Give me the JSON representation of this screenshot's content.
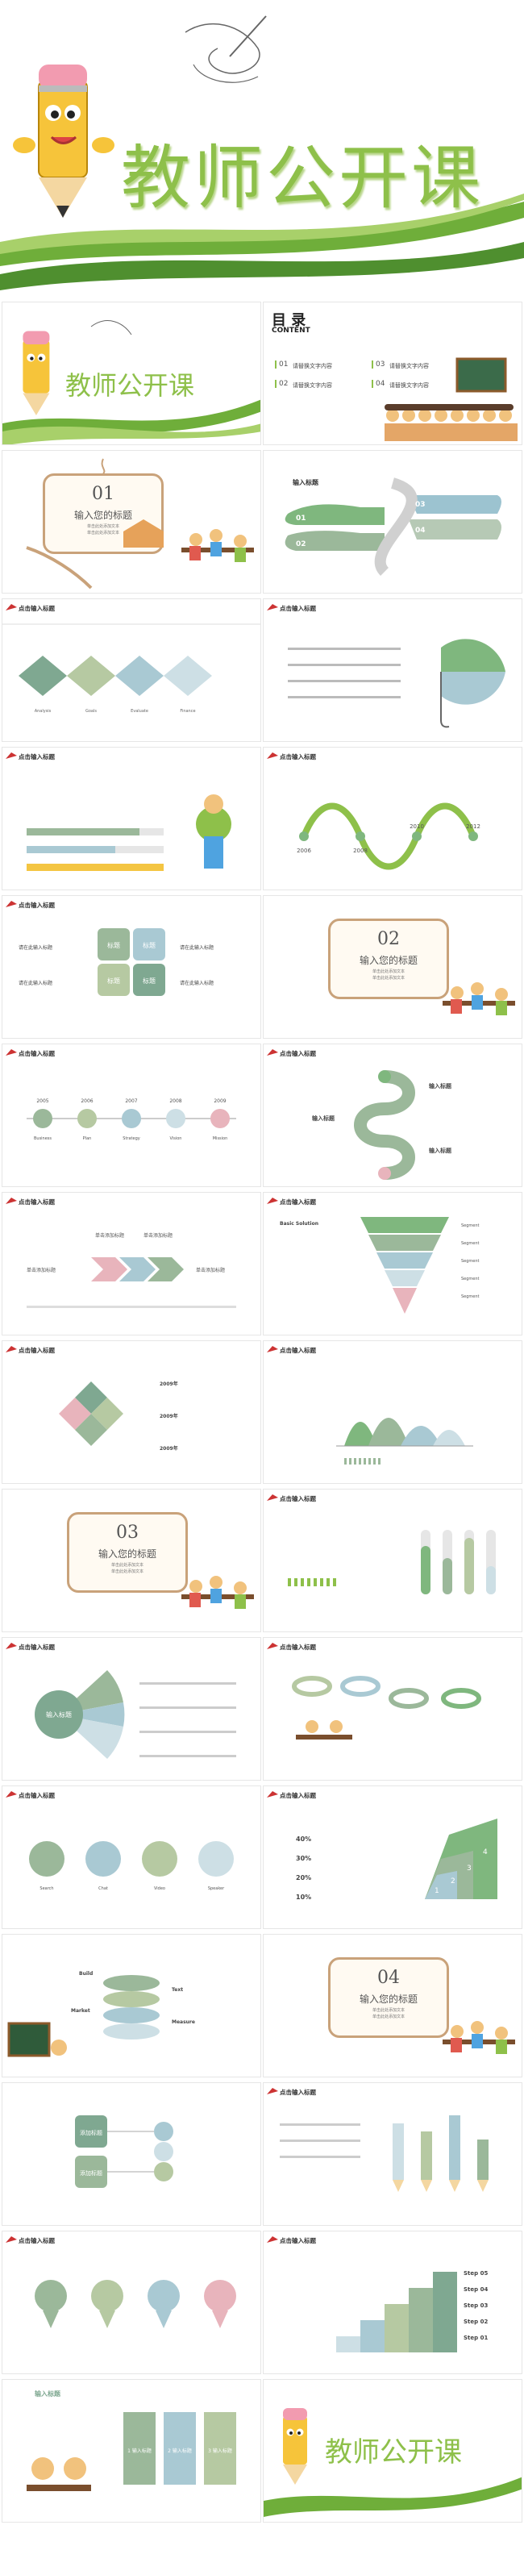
{
  "cover": {
    "title": "教师公开课"
  },
  "slides": {
    "s1": {
      "title": "教师公开课"
    },
    "s2": {
      "title": "目 录",
      "subtitle": "CONTENT",
      "items": [
        {
          "num": "01",
          "text": "请替换文字内容"
        },
        {
          "num": "02",
          "text": "请替换文字内容"
        },
        {
          "num": "03",
          "text": "请替换文字内容"
        },
        {
          "num": "04",
          "text": "请替换文字内容"
        }
      ]
    },
    "s3": {
      "num": "01",
      "title": "输入您的标题",
      "sub1": "单击此处添加文本",
      "sub2": "单击此处添加文本"
    },
    "s4": {
      "header": "输入标题",
      "n1": "01",
      "n2": "02",
      "n3": "03",
      "n4": "04"
    },
    "s5": {
      "header": "点击输入标题",
      "labels": [
        "Analysis",
        "Goals",
        "Evaluate",
        "Finance"
      ]
    },
    "s6": {
      "header": "点击输入标题"
    },
    "s7": {
      "header": "点击输入标题"
    },
    "s8": {
      "header": "点击输入标题",
      "years": [
        "2006",
        "2008",
        "2010",
        "2012"
      ]
    },
    "s9": {
      "header": "点击输入标题",
      "tiles": [
        "标题",
        "标题",
        "标题",
        "标题"
      ],
      "left": [
        "请在此输入标题",
        "请在此输入标题"
      ],
      "right": [
        "请在此输入标题",
        "请在此输入标题"
      ]
    },
    "s10": {
      "num": "02",
      "title": "输入您的标题",
      "sub1": "单击此处添加文本",
      "sub2": "单击此处添加文本"
    },
    "s11": {
      "header": "点击输入标题",
      "years": [
        "2005",
        "2006",
        "2007",
        "2008",
        "2009"
      ],
      "labels": [
        "Business",
        "Plan",
        "Strategy",
        "Vision",
        "Mission"
      ]
    },
    "s12": {
      "header": "点击输入标题",
      "t1": "输入标题",
      "t2": "输入标题",
      "t3": "输入标题"
    },
    "s13": {
      "header": "点击输入标题",
      "t1": "单击添加标题",
      "t2": "单击添加标题",
      "t3": "单击添加标题",
      "t4": "单击添加标题"
    },
    "s14": {
      "header": "点击输入标题",
      "basic": "Basic Solution",
      "labels": [
        "Segment",
        "Segment",
        "Segment",
        "Segment",
        "Segment"
      ]
    },
    "s15": {
      "header": "点击输入标题",
      "labels": [
        "2009年",
        "2009年",
        "2009年"
      ]
    },
    "s16": {
      "header": "点击输入标题"
    },
    "s17": {
      "num": "03",
      "title": "输入您的标题",
      "sub1": "单击此处添加文本",
      "sub2": "单击此处添加文本"
    },
    "s18": {
      "header": "点击输入标题"
    },
    "s19": {
      "header": "点击输入标题",
      "center": "输入标题"
    },
    "s20": {
      "header": "点击输入标题"
    },
    "s21": {
      "header": "点击输入标题",
      "labels": [
        "Search",
        "Chat",
        "Video",
        "Speaker"
      ]
    },
    "s22": {
      "header": "点击输入标题",
      "percents": [
        "40%",
        "30%",
        "20%",
        "10%"
      ],
      "nums": [
        "1",
        "2",
        "3",
        "4"
      ]
    },
    "s23": {
      "header": "",
      "labels": [
        "Build",
        "Market",
        "Text",
        "Measure"
      ]
    },
    "s24": {
      "num": "04",
      "title": "输入您的标题",
      "sub1": "单击此处添加文本",
      "sub2": "单击此处添加文本"
    },
    "s25": {
      "header": "",
      "items": [
        "添加标题",
        "添加标题"
      ]
    },
    "s26": {
      "header": "点击输入标题"
    },
    "s27": {
      "header": "点击输入标题"
    },
    "s28": {
      "header": "点击输入标题",
      "steps": [
        "Step 05",
        "Step 04",
        "Step 03",
        "Step 02",
        "Step 01"
      ]
    },
    "s29": {
      "header": "输入标题",
      "items": [
        "1 输入标题",
        "2 输入标题",
        "3 输入标题"
      ]
    },
    "s30": {
      "title": "教师公开课"
    }
  },
  "colors": {
    "green": "#8ec04a",
    "dark_green": "#5e9b3b",
    "sage": "#9bb89a",
    "blue": "#8fb9c6",
    "pink": "#e8b4bc",
    "frame": "#c9a27a"
  }
}
